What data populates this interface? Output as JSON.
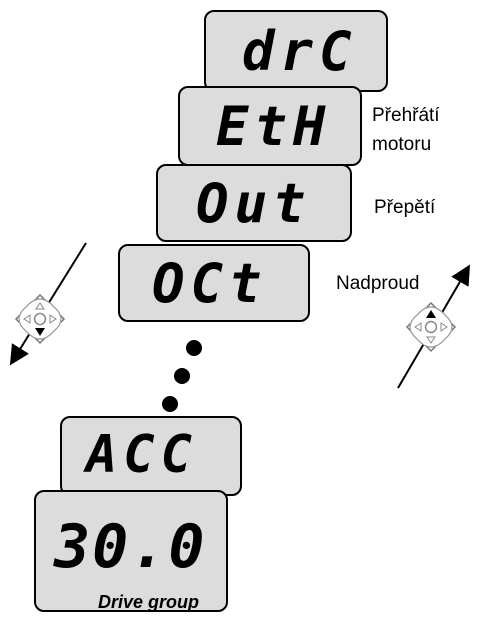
{
  "displays": [
    {
      "code": "drC",
      "description": ""
    },
    {
      "code": "EtH",
      "description": "Přehřátí motoru"
    },
    {
      "code": "Out",
      "description": "Přepětí"
    },
    {
      "code": "OCt",
      "description": "Nadproud"
    },
    {
      "code": "ACC",
      "description": ""
    },
    {
      "code": "30.0",
      "description": ""
    }
  ],
  "labels": {
    "eth_line1": "Přehřátí",
    "eth_line2": "motoru",
    "out": "Přepětí",
    "oct": "Nadproud"
  },
  "caption": "Drive group",
  "icons": {
    "left_pad": "dpad-down-pressed-icon",
    "right_pad": "dpad-up-pressed-icon"
  }
}
